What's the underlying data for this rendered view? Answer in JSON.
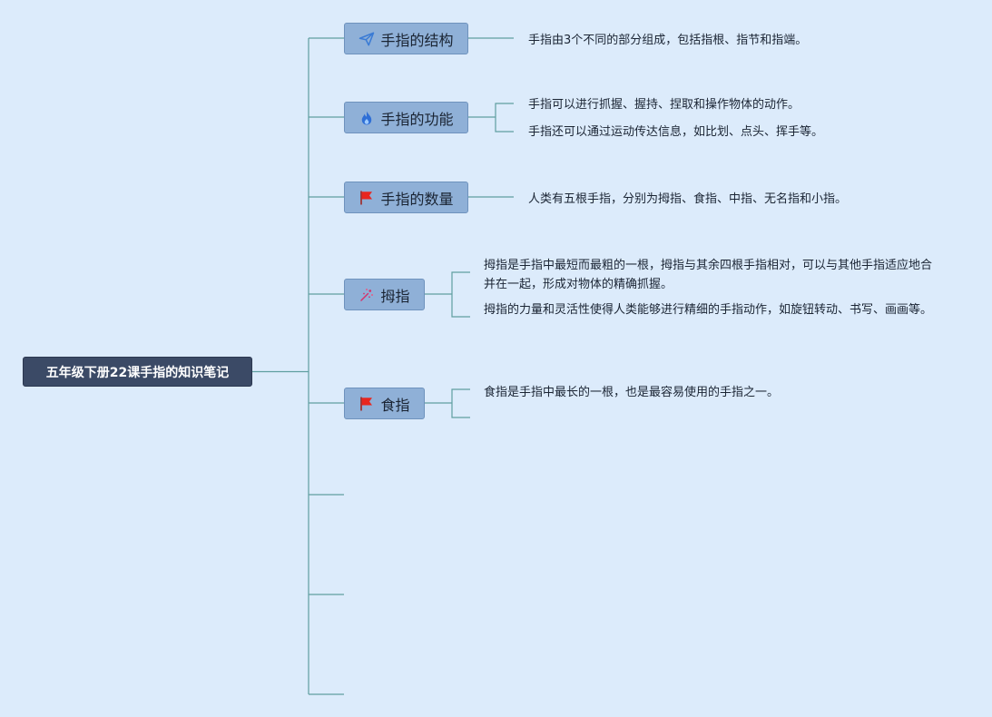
{
  "root": {
    "label": "五年级下册22课手指的知识笔记"
  },
  "branches": [
    {
      "label": "手指的结构",
      "icon": "paper-plane-icon",
      "color": "#3a7bd5",
      "leaves": [
        "手指由3个不同的部分组成，包括指根、指节和指端。"
      ]
    },
    {
      "label": "手指的功能",
      "icon": "flame-icon",
      "color": "#2f6fd6",
      "leaves": [
        "手指可以进行抓握、握持、捏取和操作物体的动作。",
        "手指还可以通过运动传达信息，如比划、点头、挥手等。"
      ]
    },
    {
      "label": "手指的数量",
      "icon": "flag-icon",
      "color": "#e8261f",
      "leaves": [
        "人类有五根手指，分别为拇指、食指、中指、无名指和小指。"
      ]
    },
    {
      "label": "拇指",
      "icon": "sparkle-icon",
      "color": "#d6336c",
      "leaves": [
        "拇指是手指中最短而最粗的一根，拇指与其余四根手指相对，可以与其他手指适应地合并在一起，形成对物体的精确抓握。",
        "拇指的力量和灵活性使得人类能够进行精细的手指动作，如旋钮转动、书写、画画等。"
      ]
    },
    {
      "label": "食指",
      "icon": "flag-icon",
      "color": "#e8261f",
      "leaves": [
        "食指是手指中最长的一根，也是最容易使用的手指之一。"
      ]
    }
  ],
  "line_color": "#5f9ea0"
}
